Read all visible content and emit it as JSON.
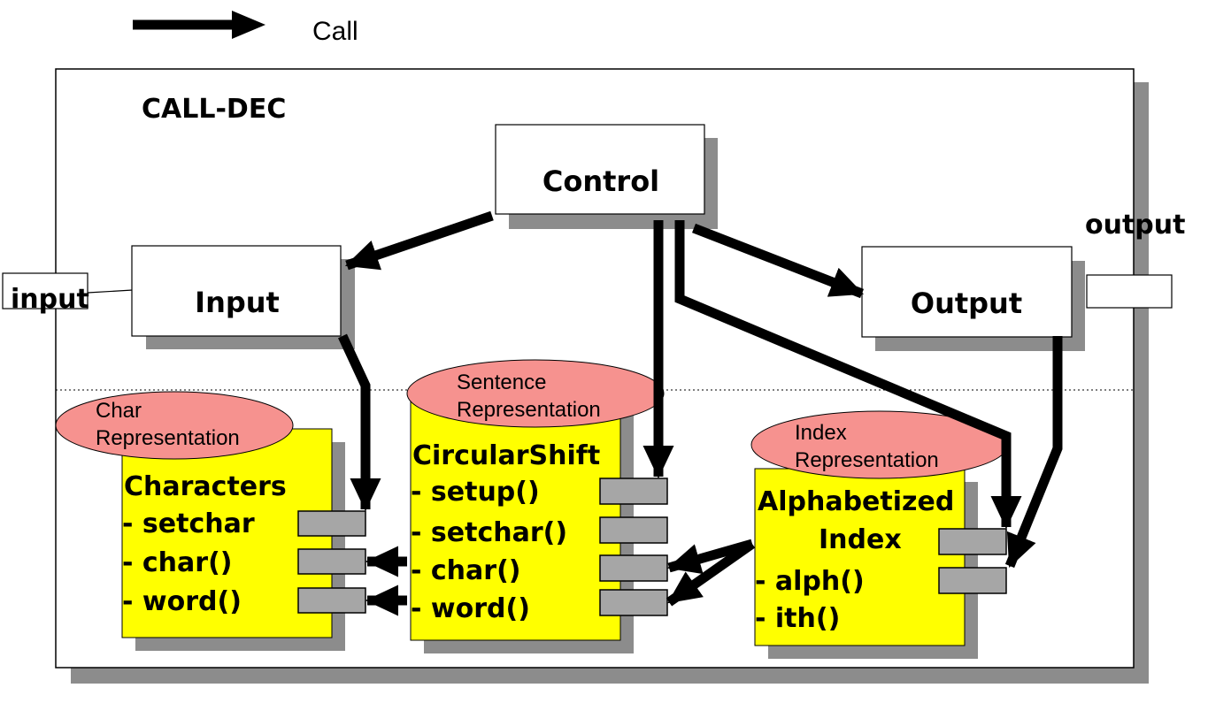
{
  "legend": {
    "label": "Call"
  },
  "frame": {
    "title": "CALL-DEC"
  },
  "modules": {
    "control": "Control",
    "input": "Input",
    "output": "Output"
  },
  "ports": {
    "input": "input",
    "output": "output"
  },
  "components": [
    {
      "id": "characters",
      "tag": [
        "Char",
        "Representation"
      ],
      "title": [
        "Characters"
      ],
      "methods": [
        "- setchar",
        "- char()",
        "- word()"
      ]
    },
    {
      "id": "circularshift",
      "tag": [
        "Sentence",
        "Representation"
      ],
      "title": [
        "CircularShift"
      ],
      "methods": [
        "- setup()",
        "- setchar()",
        "- char()",
        "- word()"
      ]
    },
    {
      "id": "alphabetized-index",
      "tag": [
        "Index",
        "Representation"
      ],
      "title": [
        "Alphabetized",
        "Index"
      ],
      "methods": [
        "- alph()",
        "- ith()"
      ]
    }
  ],
  "colors": {
    "component_fill": "#ffff00",
    "tag_fill": "#f6928f",
    "shadow": "#8c8c8c",
    "interface_box": "#a6a6a6",
    "arrow": "#000000"
  }
}
